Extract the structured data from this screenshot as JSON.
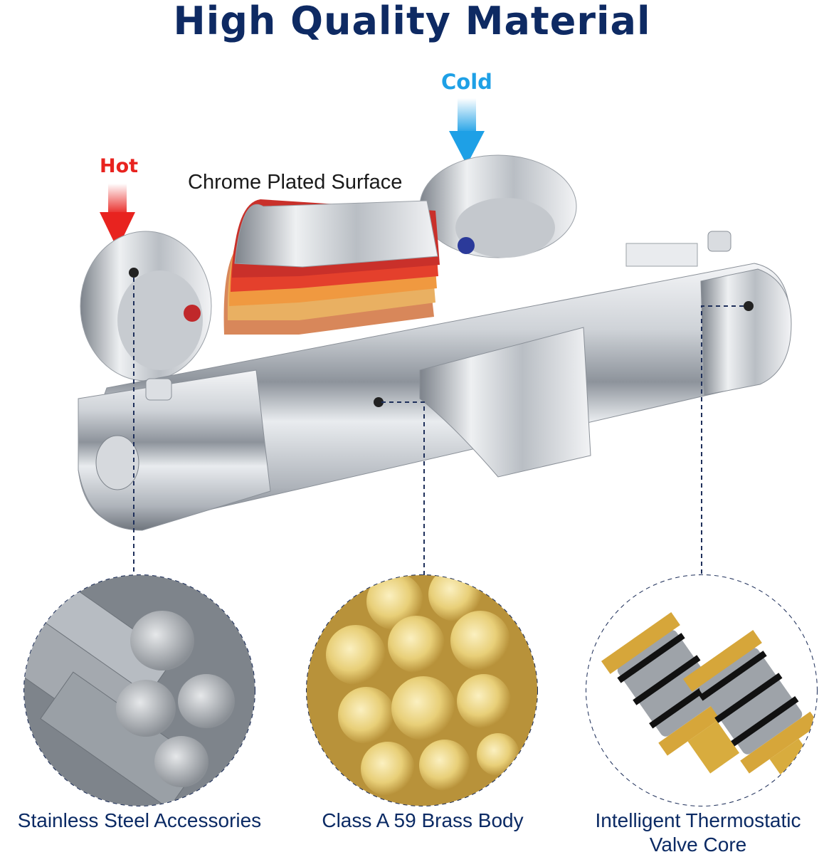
{
  "title": "High Quality Material",
  "labels": {
    "hot": "Hot",
    "cold": "Cold",
    "chrome_surface": "Chrome Plated Surface"
  },
  "materials": [
    {
      "caption": "Stainless Steel Accessories"
    },
    {
      "caption": "Class A 59 Brass Body"
    },
    {
      "caption_line1": "Intelligent Thermostatic",
      "caption_line2": "Valve Core"
    }
  ],
  "colors": {
    "title": "#0e2a63",
    "hot": "#e8231f",
    "cold": "#1ea0e6",
    "caption": "#0b2a64",
    "dashed_line": "#1e2f5a"
  }
}
